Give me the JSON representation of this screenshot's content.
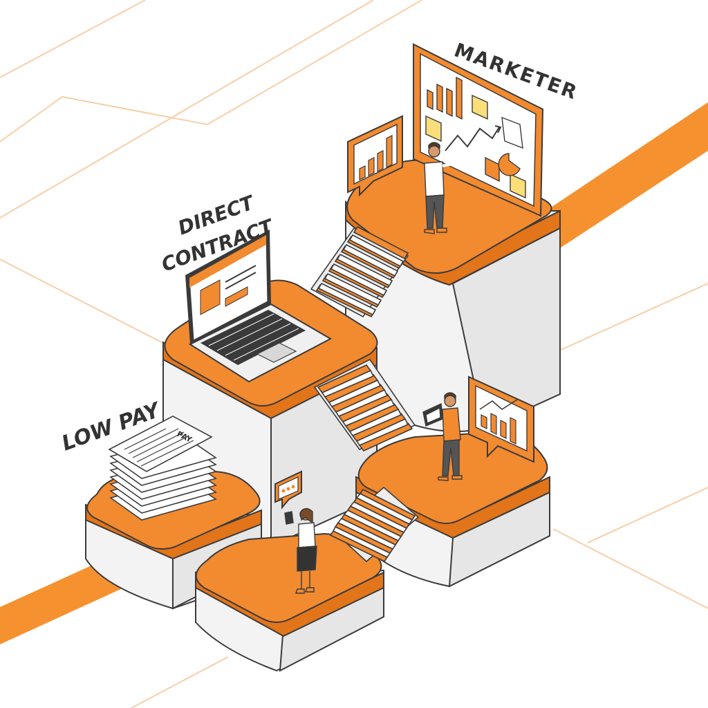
{
  "labels": {
    "marketer": "MARKETER",
    "direct_contract_line1": "DIRECT",
    "direct_contract_line2": "CONTRACT",
    "low_pay": "LOW PAY",
    "document_pay": "PAY"
  },
  "colors": {
    "orange": "#F28A30",
    "orange_dark": "#E2741A",
    "outline": "#3A3A3A",
    "side_light": "#F4F4F4",
    "side_shade": "#E4E4E4",
    "band": "#F5922F",
    "guide_line": "#F6CFA8",
    "sticky_note": "#F9DE7A"
  },
  "icons": [
    "laptop-icon",
    "document-stack-icon",
    "bar-chart-bubble-icon",
    "chat-bubble-icon",
    "phone-icon",
    "whiteboard-icon",
    "person-icon"
  ]
}
